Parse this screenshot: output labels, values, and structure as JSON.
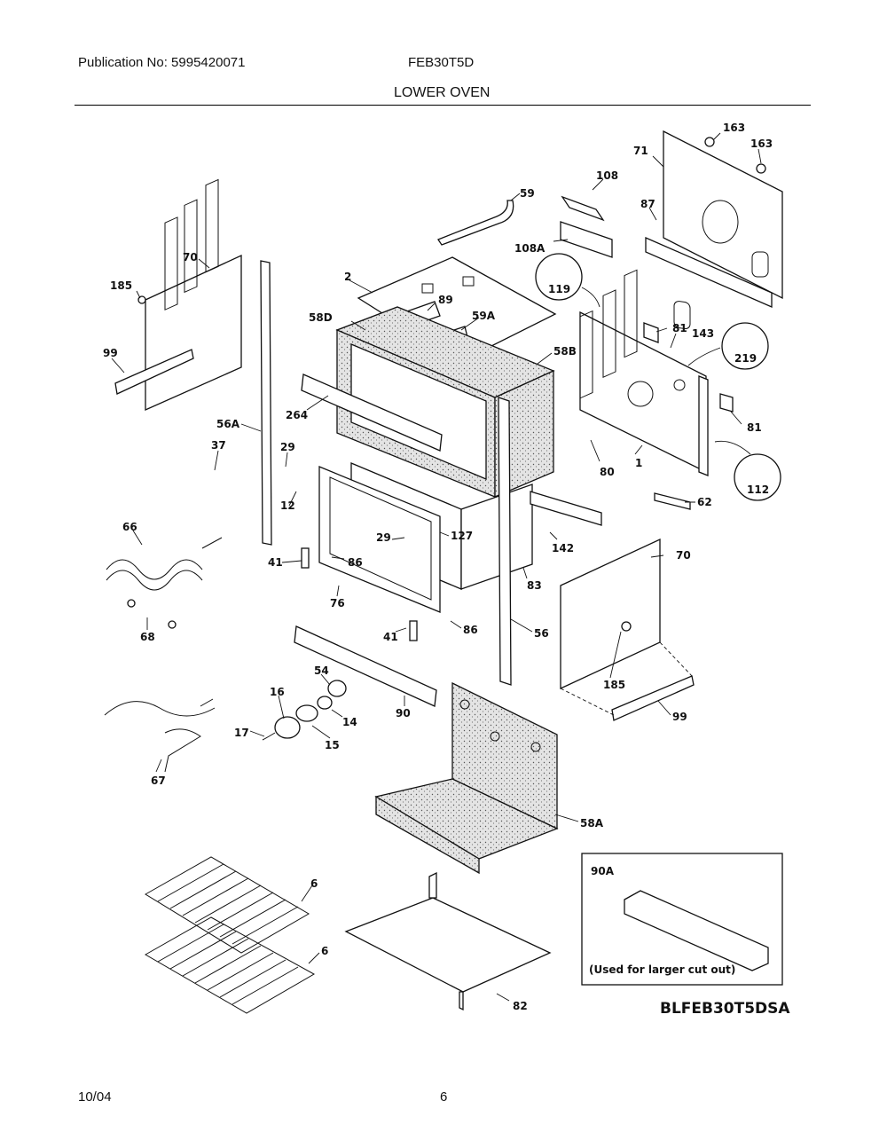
{
  "header": {
    "publication": "Publication No: 5995420071",
    "model": "FEB30T5D",
    "section": "LOWER OVEN"
  },
  "footer": {
    "date": "10/04",
    "page": "6"
  },
  "diagram": {
    "code": "BLFEB30T5DSA",
    "inset_label": "90A",
    "inset_note": "(Used for larger cut out)",
    "callouts": {
      "p163a": "163",
      "p163b": "163",
      "p71": "71",
      "p108": "108",
      "p59": "59",
      "p87": "87",
      "p108A": "108A",
      "p70a": "70",
      "p185a": "185",
      "p2": "2",
      "p119": "119",
      "p89": "89",
      "p58D": "58D",
      "p59A": "59A",
      "p81a": "81",
      "p143": "143",
      "p58B": "58B",
      "p219": "219",
      "p99a": "99",
      "p264": "264",
      "p56A": "56A",
      "p81b": "81",
      "p37": "37",
      "p29a": "29",
      "p80": "80",
      "p1": "1",
      "p112": "112",
      "p12": "12",
      "p62": "62",
      "p66": "66",
      "p29b": "29",
      "p127": "127",
      "p142": "142",
      "p70b": "70",
      "p41a": "41",
      "p86a": "86",
      "p83": "83",
      "p76": "76",
      "p68": "68",
      "p41b": "41",
      "p86b": "86",
      "p56": "56",
      "p54": "54",
      "p185b": "185",
      "p16": "16",
      "p14": "14",
      "p90": "90",
      "p99b": "99",
      "p17": "17",
      "p15": "15",
      "p67": "67",
      "p58A": "58A",
      "p6a": "6",
      "p6b": "6",
      "p82": "82"
    }
  }
}
